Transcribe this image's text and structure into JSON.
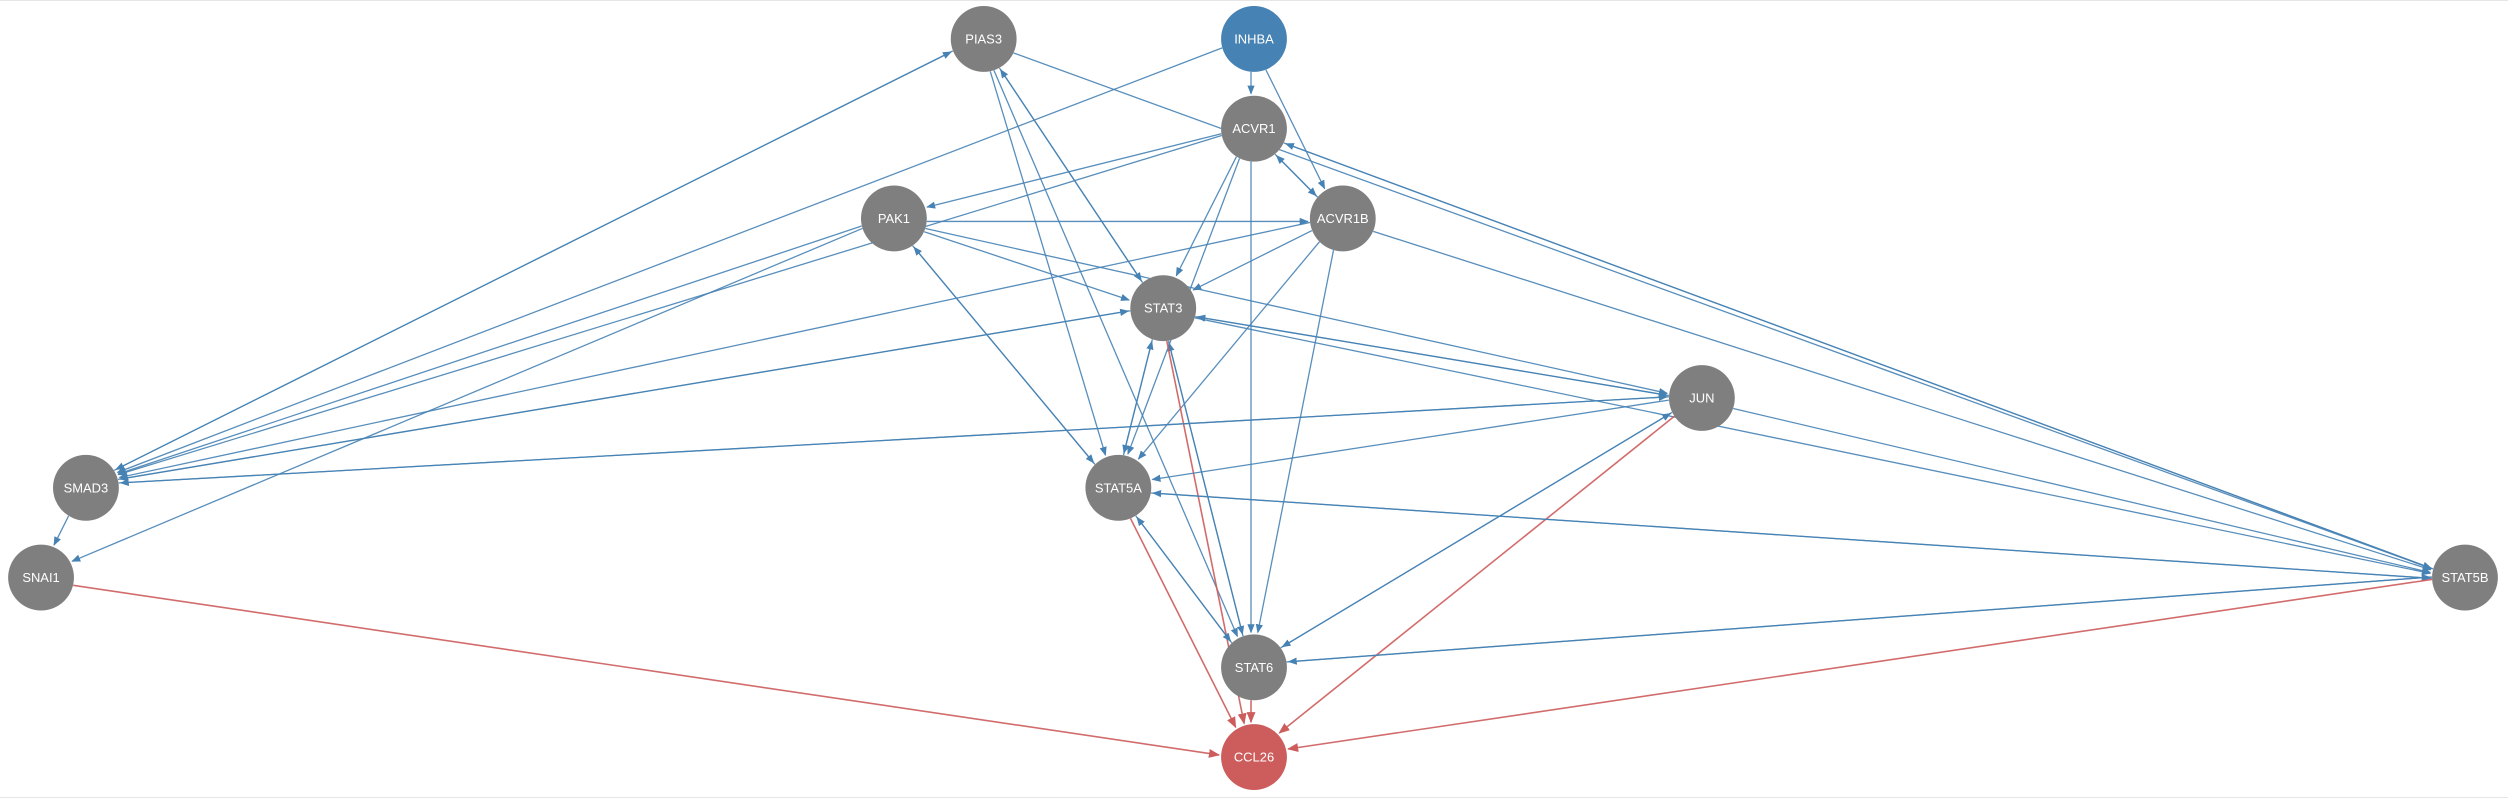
{
  "colors": {
    "node_default": "#7f7f7f",
    "node_source": "#4682b4",
    "node_target": "#cd5c5c",
    "edge_activate": "#4682b4",
    "edge_inhibit": "#cd5c5c",
    "node_text": "#ffffff"
  },
  "nodes": [
    {
      "id": "PIAS3",
      "label": "PIAS3",
      "kind": "default"
    },
    {
      "id": "INHBA",
      "label": "INHBA",
      "kind": "source"
    },
    {
      "id": "ACVR1",
      "label": "ACVR1",
      "kind": "default"
    },
    {
      "id": "PAK1",
      "label": "PAK1",
      "kind": "default"
    },
    {
      "id": "ACVR1B",
      "label": "ACVR1B",
      "kind": "default"
    },
    {
      "id": "STAT3",
      "label": "STAT3",
      "kind": "default"
    },
    {
      "id": "JUN",
      "label": "JUN",
      "kind": "default"
    },
    {
      "id": "SMAD3",
      "label": "SMAD3",
      "kind": "default"
    },
    {
      "id": "STAT5A",
      "label": "STAT5A",
      "kind": "default"
    },
    {
      "id": "SNAI1",
      "label": "SNAI1",
      "kind": "default"
    },
    {
      "id": "STAT5B",
      "label": "STAT5B",
      "kind": "default"
    },
    {
      "id": "STAT6",
      "label": "STAT6",
      "kind": "default"
    },
    {
      "id": "CCL26",
      "label": "CCL26",
      "kind": "target"
    }
  ],
  "edges": [
    {
      "from": "INHBA",
      "to": "ACVR1",
      "type": "activate"
    },
    {
      "from": "INHBA",
      "to": "ACVR1B",
      "type": "activate"
    },
    {
      "from": "INHBA",
      "to": "SMAD3",
      "type": "activate"
    },
    {
      "from": "PIAS3",
      "to": "SMAD3",
      "type": "activate"
    },
    {
      "from": "SMAD3",
      "to": "PIAS3",
      "type": "activate"
    },
    {
      "from": "PIAS3",
      "to": "STAT3",
      "type": "activate"
    },
    {
      "from": "STAT3",
      "to": "PIAS3",
      "type": "activate"
    },
    {
      "from": "PIAS3",
      "to": "STAT5A",
      "type": "activate"
    },
    {
      "from": "PIAS3",
      "to": "STAT6",
      "type": "activate"
    },
    {
      "from": "PIAS3",
      "to": "STAT5B",
      "type": "activate"
    },
    {
      "from": "ACVR1",
      "to": "PAK1",
      "type": "activate"
    },
    {
      "from": "ACVR1",
      "to": "ACVR1B",
      "type": "activate"
    },
    {
      "from": "ACVR1B",
      "to": "ACVR1",
      "type": "activate"
    },
    {
      "from": "ACVR1",
      "to": "STAT3",
      "type": "activate"
    },
    {
      "from": "ACVR1",
      "to": "STAT5A",
      "type": "activate"
    },
    {
      "from": "ACVR1",
      "to": "STAT6",
      "type": "activate"
    },
    {
      "from": "ACVR1",
      "to": "STAT5B",
      "type": "activate"
    },
    {
      "from": "STAT5B",
      "to": "ACVR1",
      "type": "activate"
    },
    {
      "from": "ACVR1",
      "to": "SMAD3",
      "type": "activate"
    },
    {
      "from": "PAK1",
      "to": "ACVR1B",
      "type": "activate"
    },
    {
      "from": "PAK1",
      "to": "STAT3",
      "type": "activate"
    },
    {
      "from": "PAK1",
      "to": "STAT5A",
      "type": "activate"
    },
    {
      "from": "STAT5A",
      "to": "PAK1",
      "type": "activate"
    },
    {
      "from": "PAK1",
      "to": "SMAD3",
      "type": "activate"
    },
    {
      "from": "PAK1",
      "to": "SNAI1",
      "type": "activate"
    },
    {
      "from": "PAK1",
      "to": "JUN",
      "type": "activate"
    },
    {
      "from": "ACVR1B",
      "to": "SMAD3",
      "type": "activate"
    },
    {
      "from": "ACVR1B",
      "to": "STAT3",
      "type": "activate"
    },
    {
      "from": "ACVR1B",
      "to": "STAT5A",
      "type": "activate"
    },
    {
      "from": "ACVR1B",
      "to": "STAT6",
      "type": "activate"
    },
    {
      "from": "ACVR1B",
      "to": "STAT5B",
      "type": "activate"
    },
    {
      "from": "STAT3",
      "to": "SMAD3",
      "type": "activate"
    },
    {
      "from": "SMAD3",
      "to": "STAT3",
      "type": "activate"
    },
    {
      "from": "STAT3",
      "to": "STAT5A",
      "type": "activate"
    },
    {
      "from": "STAT5A",
      "to": "STAT3",
      "type": "activate"
    },
    {
      "from": "STAT3",
      "to": "JUN",
      "type": "activate"
    },
    {
      "from": "JUN",
      "to": "STAT3",
      "type": "activate"
    },
    {
      "from": "STAT3",
      "to": "STAT6",
      "type": "activate"
    },
    {
      "from": "STAT6",
      "to": "STAT3",
      "type": "activate"
    },
    {
      "from": "STAT3",
      "to": "STAT5B",
      "type": "activate"
    },
    {
      "from": "STAT3",
      "to": "CCL26",
      "type": "inhibit"
    },
    {
      "from": "JUN",
      "to": "SMAD3",
      "type": "activate"
    },
    {
      "from": "SMAD3",
      "to": "JUN",
      "type": "activate"
    },
    {
      "from": "JUN",
      "to": "STAT5A",
      "type": "activate"
    },
    {
      "from": "JUN",
      "to": "STAT5B",
      "type": "activate"
    },
    {
      "from": "JUN",
      "to": "STAT6",
      "type": "activate"
    },
    {
      "from": "STAT6",
      "to": "JUN",
      "type": "activate"
    },
    {
      "from": "JUN",
      "to": "CCL26",
      "type": "inhibit"
    },
    {
      "from": "SMAD3",
      "to": "SNAI1",
      "type": "activate"
    },
    {
      "from": "STAT5A",
      "to": "STAT5B",
      "type": "activate"
    },
    {
      "from": "STAT5B",
      "to": "STAT5A",
      "type": "activate"
    },
    {
      "from": "STAT5A",
      "to": "STAT6",
      "type": "activate"
    },
    {
      "from": "STAT6",
      "to": "STAT5A",
      "type": "activate"
    },
    {
      "from": "STAT5A",
      "to": "CCL26",
      "type": "inhibit"
    },
    {
      "from": "STAT5B",
      "to": "STAT6",
      "type": "activate"
    },
    {
      "from": "STAT6",
      "to": "STAT5B",
      "type": "activate"
    },
    {
      "from": "STAT5B",
      "to": "CCL26",
      "type": "inhibit"
    },
    {
      "from": "STAT6",
      "to": "CCL26",
      "type": "inhibit"
    },
    {
      "from": "SNAI1",
      "to": "CCL26",
      "type": "inhibit"
    }
  ]
}
